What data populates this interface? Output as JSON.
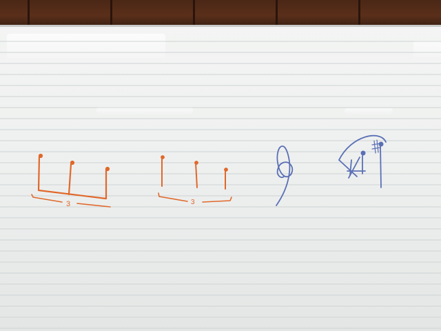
{
  "scene": {
    "subject": "whiteboard",
    "triplet_marks": [
      "3",
      "3"
    ],
    "ink_colors": {
      "orange": "#e0682a",
      "blue": "#5a6fb5"
    },
    "board_color": "#eef0ef",
    "wall_color": "#4a2716"
  }
}
